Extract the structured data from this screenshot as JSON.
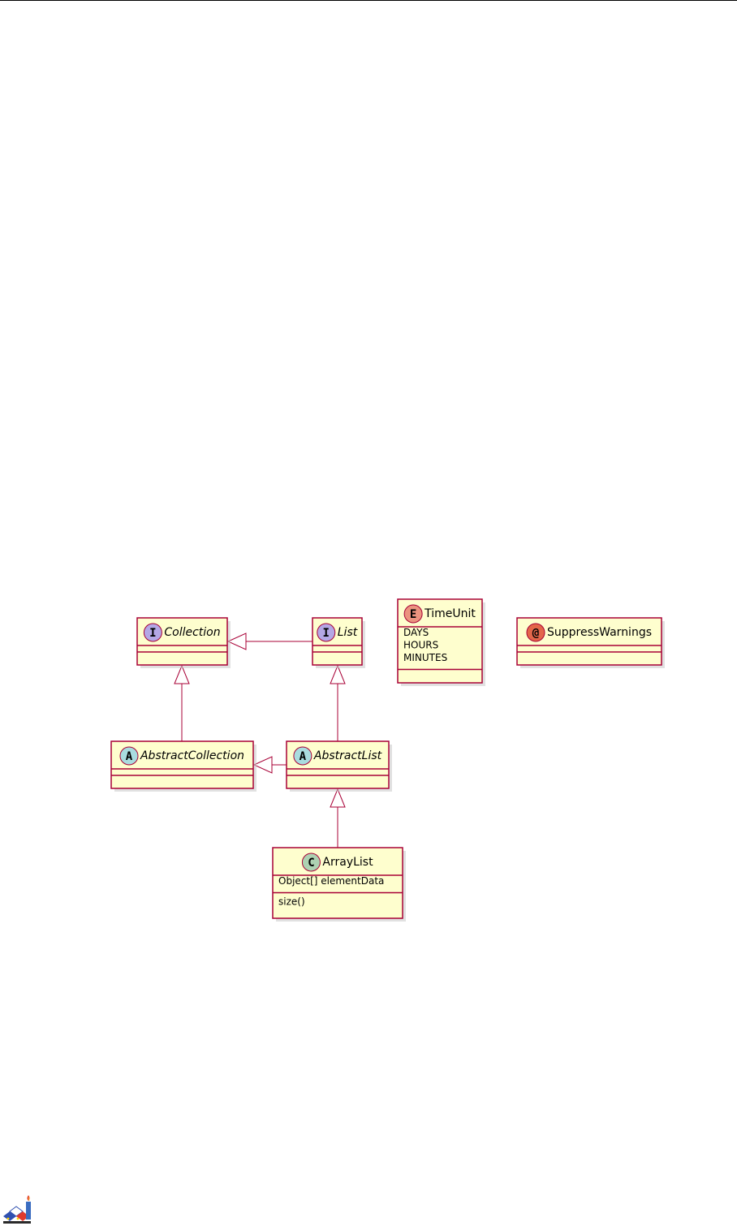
{
  "diagram": {
    "classes": [
      {
        "id": "collection",
        "kind": "interface",
        "stereo_letter": "I",
        "name": "Collection",
        "italic": true,
        "attributes": [],
        "methods": [],
        "badge_color": "#b4a7e5"
      },
      {
        "id": "list",
        "kind": "interface",
        "stereo_letter": "I",
        "name": "List",
        "italic": true,
        "attributes": [],
        "methods": [],
        "badge_color": "#b4a7e5"
      },
      {
        "id": "timeunit",
        "kind": "enum",
        "stereo_letter": "E",
        "name": "TimeUnit",
        "italic": false,
        "attributes": [
          "DAYS",
          "HOURS",
          "MINUTES"
        ],
        "methods": [],
        "badge_color": "#eb937f"
      },
      {
        "id": "suppresswarnings",
        "kind": "annotation",
        "stereo_letter": "@",
        "name": "SuppressWarnings",
        "italic": false,
        "attributes": [],
        "methods": [],
        "badge_color": "#e3664a"
      },
      {
        "id": "abstractcollection",
        "kind": "abstract",
        "stereo_letter": "A",
        "name": "AbstractCollection",
        "italic": true,
        "attributes": [],
        "methods": [],
        "badge_color": "#a9dcdf"
      },
      {
        "id": "abstractlist",
        "kind": "abstract",
        "stereo_letter": "A",
        "name": "AbstractList",
        "italic": true,
        "attributes": [],
        "methods": [],
        "badge_color": "#a9dcdf"
      },
      {
        "id": "arraylist",
        "kind": "class",
        "stereo_letter": "C",
        "name": "ArrayList",
        "italic": false,
        "attributes": [
          "Object[] elementData"
        ],
        "methods": [
          "size()"
        ],
        "badge_color": "#add1b2"
      }
    ],
    "relations": [
      {
        "from": "list",
        "to": "collection",
        "type": "extends"
      },
      {
        "from": "abstractcollection",
        "to": "collection",
        "type": "extends"
      },
      {
        "from": "abstractlist",
        "to": "list",
        "type": "extends"
      },
      {
        "from": "abstractlist",
        "to": "abstractcollection",
        "type": "extends"
      },
      {
        "from": "arraylist",
        "to": "abstractlist",
        "type": "extends"
      }
    ],
    "colors": {
      "box_fill": "#fefece",
      "border": "#a80036",
      "shadow": "#c8c8c8"
    }
  },
  "footer": {
    "logo_icon": "documentation-logo-icon"
  }
}
